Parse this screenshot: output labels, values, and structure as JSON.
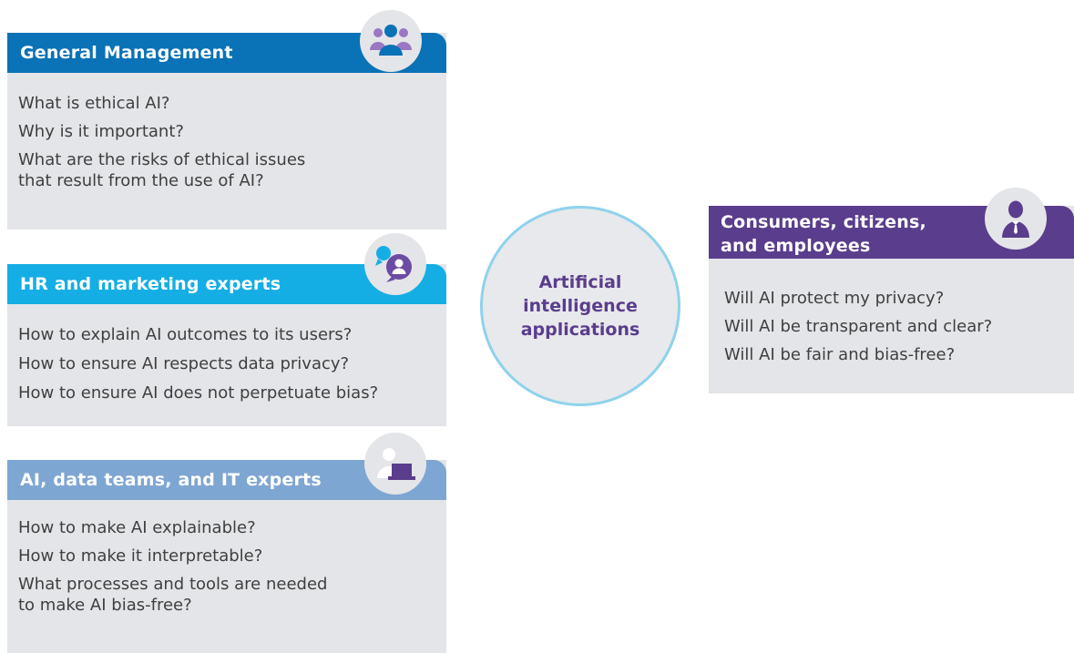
{
  "center": {
    "label": "Artificial\nintelligence\napplications"
  },
  "cards": {
    "general_management": {
      "title": "General Management",
      "icon": "group-icon",
      "color": "#0a72b6",
      "questions": [
        "What is ethical AI?",
        "Why is it important?",
        "What are the risks of ethical issues\nthat result from the use of AI?"
      ]
    },
    "hr_marketing": {
      "title": "HR and marketing experts",
      "icon": "chat-person-icon",
      "color": "#14aee5",
      "questions": [
        "How to explain AI outcomes to its users?",
        "How to ensure AI respects data privacy?",
        "How to ensure AI does not perpetuate bias?"
      ]
    },
    "ai_data_it": {
      "title": "AI, data teams, and IT experts",
      "icon": "person-laptop-icon",
      "color": "#7ea6d2",
      "questions": [
        "How to make AI explainable?",
        "How to make it interpretable?",
        "What processes and tools are needed\nto make AI bias-free?"
      ]
    },
    "consumers": {
      "title": "Consumers, citizens,\nand employees",
      "icon": "businessperson-icon",
      "color": "#5a3d8c",
      "questions": [
        "Will AI protect my privacy?",
        "Will AI be transparent and clear?",
        "Will AI be fair and bias-free?"
      ]
    }
  }
}
